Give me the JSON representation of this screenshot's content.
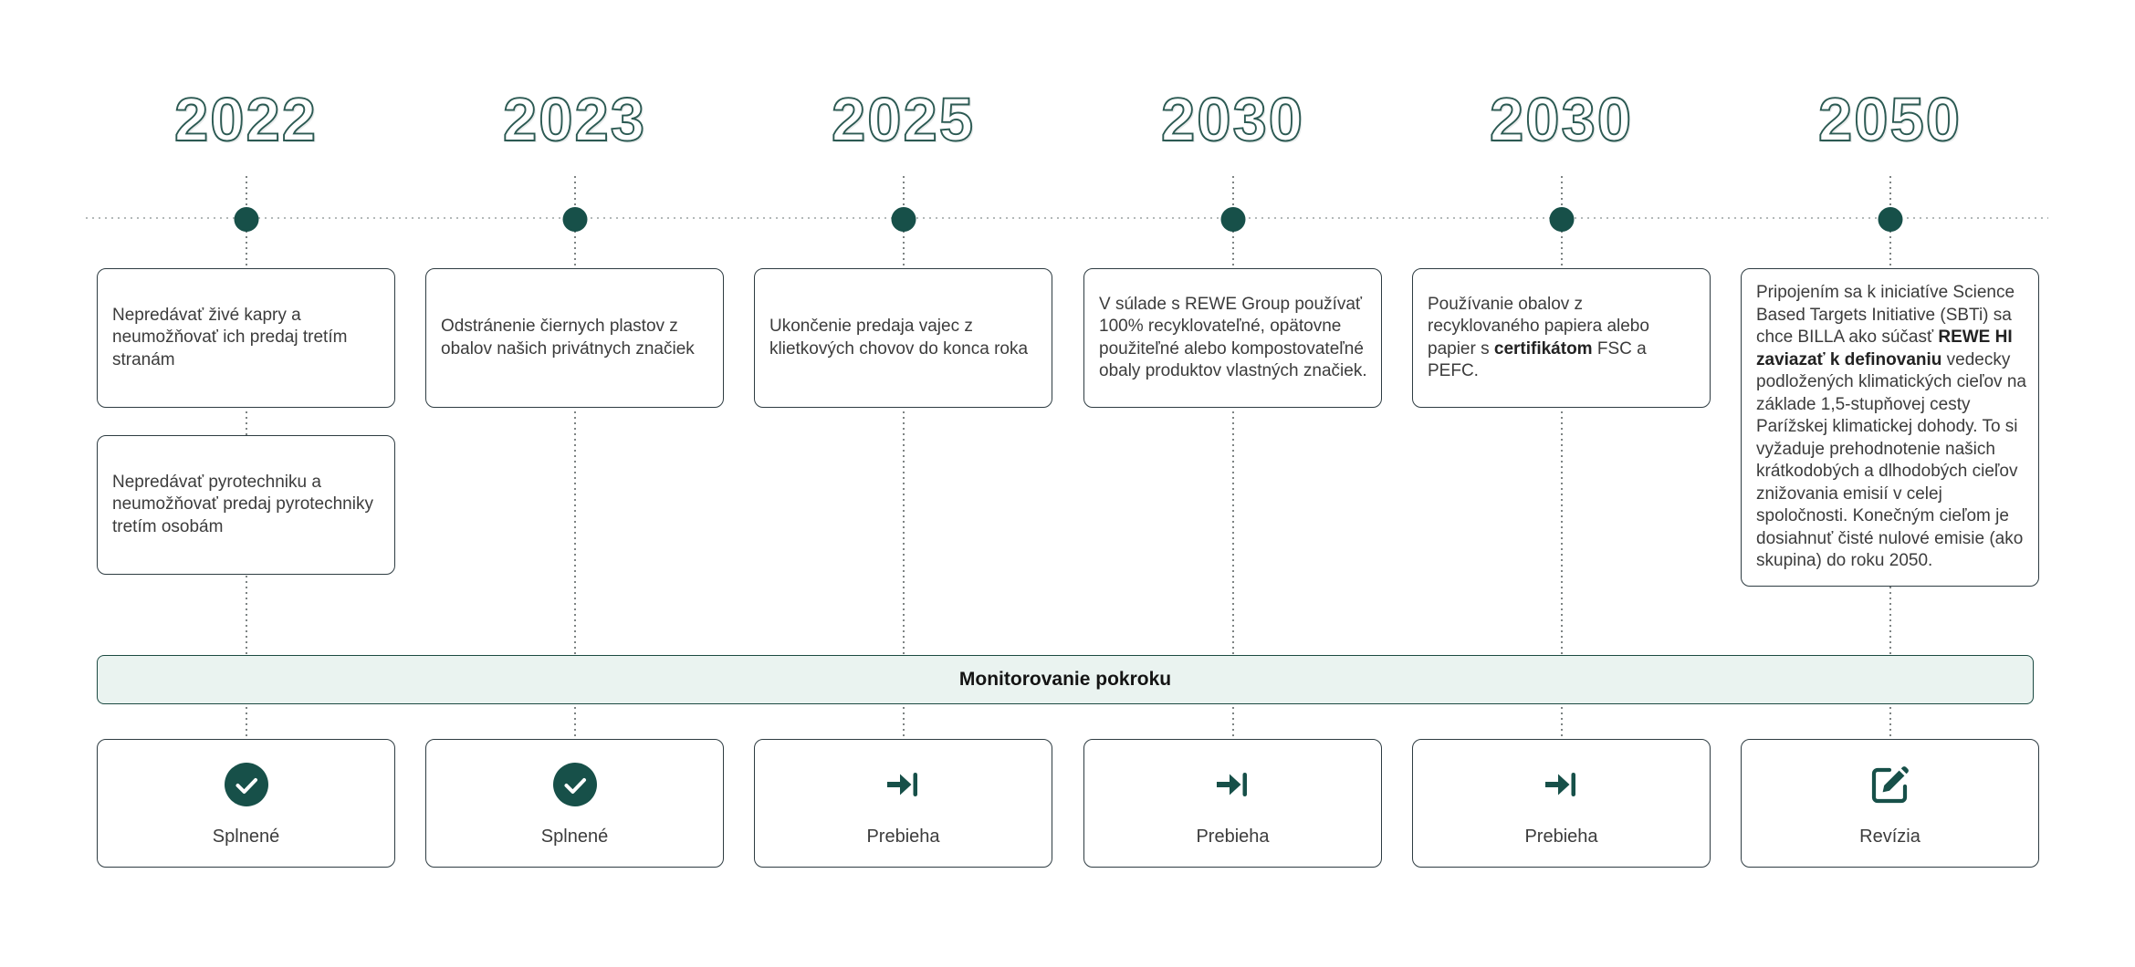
{
  "palette": {
    "teal": "#175049",
    "year_outline": "#2c5a53",
    "card_border": "#2e3c42",
    "bar_background": "#eaf3f0",
    "bar_border": "#1c4a42",
    "body_text": "#3c3c3c"
  },
  "monitor_bar": {
    "label": "Monitorovanie pokroku"
  },
  "columns": [
    {
      "year": "2022",
      "cards": [
        {
          "pre": "Nepredávať živé kapry a neumožňovať ich predaj tretím stranám",
          "bold": "",
          "post": ""
        },
        {
          "pre": "Nepredávať pyrotechniku a neumožňovať predaj pyrotechniky tretím osobám",
          "bold": "",
          "post": ""
        }
      ],
      "status": {
        "label": "Splnené",
        "icon": "check-circle-icon"
      }
    },
    {
      "year": "2023",
      "cards": [
        {
          "pre": "Odstránenie čiernych plastov z obalov našich privátnych značiek",
          "bold": "",
          "post": ""
        }
      ],
      "status": {
        "label": "Splnené",
        "icon": "check-circle-icon"
      }
    },
    {
      "year": "2025",
      "cards": [
        {
          "pre": "Ukončenie predaja vajec z klietkových chovov do konca roka",
          "bold": "",
          "post": ""
        }
      ],
      "status": {
        "label": "Prebieha",
        "icon": "arrow-to-line-icon"
      }
    },
    {
      "year": "2030",
      "cards": [
        {
          "pre": "V súlade s REWE Group používať 100% recyklovateľné, opätovne použiteľné alebo kompostovateľné obaly produktov vlastných značiek.",
          "bold": "",
          "post": ""
        }
      ],
      "status": {
        "label": "Prebieha",
        "icon": "arrow-to-line-icon"
      }
    },
    {
      "year": "2030",
      "cards": [
        {
          "pre": "Používanie obalov z recyklovaného papiera alebo papier s ",
          "bold": "certifikátom",
          "post": " FSC a PEFC."
        }
      ],
      "status": {
        "label": "Prebieha",
        "icon": "arrow-to-line-icon"
      }
    },
    {
      "year": "2050",
      "cards": [
        {
          "pre": "Pripojením sa k iniciatíve Science Based Targets Initiative (SBTi) sa chce BILLA ako súčasť ",
          "bold": "REWE HI zaviazať k definovaniu",
          "post": " vedecky podložených klimatických cieľov na základe 1,5-stupňovej cesty Parížskej klimatickej dohody. To si vyžaduje prehodnotenie našich krátkodobých a dlhodobých cieľov znižovania emisií v celej spoločnosti. Konečným cieľom je dosiahnuť čisté nulové emisie (ako skupina) do roku 2050."
        }
      ],
      "status": {
        "label": "Revízia",
        "icon": "edit-icon"
      }
    }
  ]
}
